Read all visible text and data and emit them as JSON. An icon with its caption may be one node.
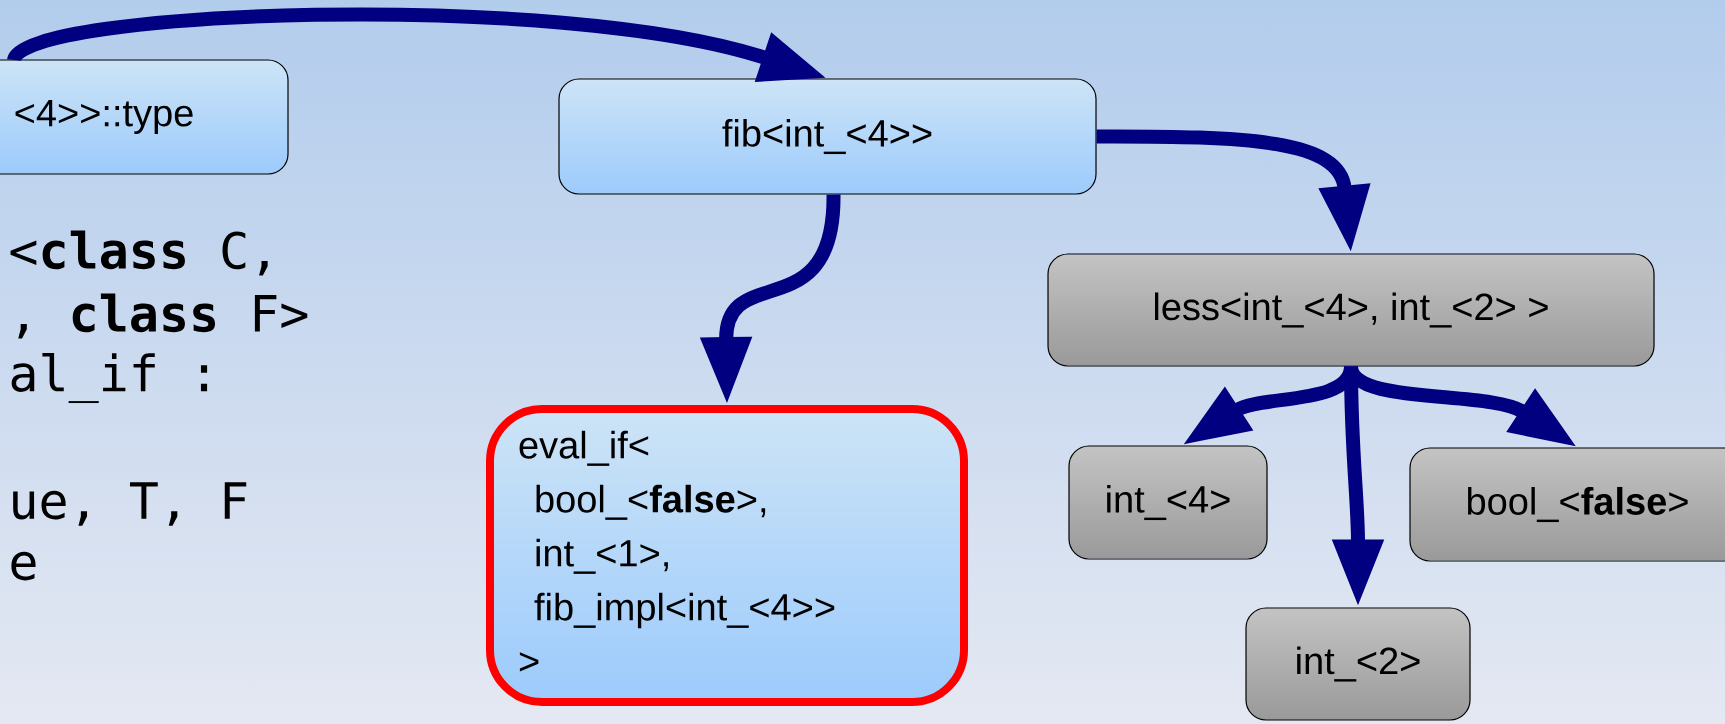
{
  "diagram": {
    "nodes": [
      {
        "text": [
          "<4>>::type"
        ]
      },
      {
        "text": [
          "fib<int_<4>>"
        ]
      },
      {
        "text": [
          "eval_if<",
          "bool_<**false**>,",
          "int_<1>,",
          "fib_impl<int_<4>>",
          ">"
        ]
      },
      {
        "text": [
          "less<int_<4>, int_<2> >"
        ]
      },
      {
        "text": [
          "int_<4>"
        ]
      },
      {
        "text": [
          "bool_<**false**>"
        ]
      },
      {
        "text": [
          "int_<2>"
        ]
      }
    ],
    "edges": [
      {
        "from": 0,
        "to": 1,
        "arrow": "to"
      },
      {
        "from": 1,
        "to": 2,
        "arrow": "to"
      },
      {
        "from": 1,
        "to": 3,
        "arrow": "to"
      },
      {
        "from": 3,
        "to": 4,
        "arrow": "to"
      },
      {
        "from": 3,
        "to": 6,
        "arrow": "to"
      },
      {
        "from": 3,
        "to": 5,
        "arrow": "to"
      }
    ],
    "labels": [
      "<**class** C,",
      ", **class** F>",
      "al_if :",
      "ue, T, F",
      "e"
    ]
  }
}
